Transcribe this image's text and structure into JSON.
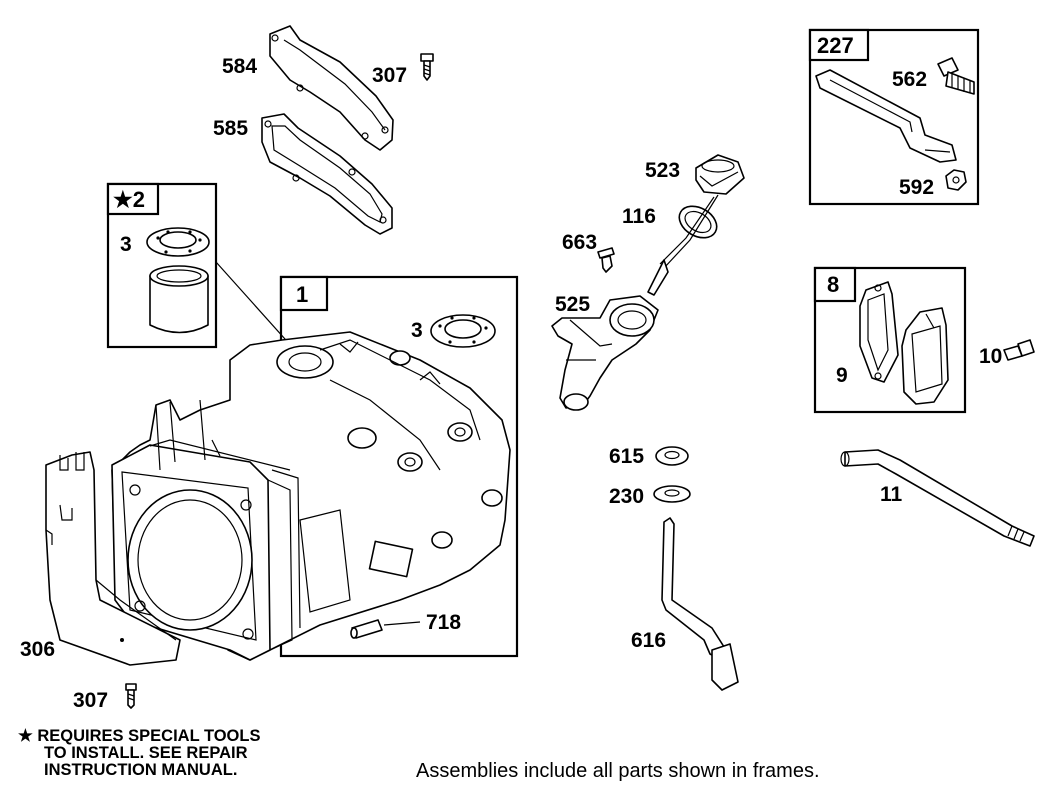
{
  "frames": {
    "star2": {
      "tag": "★2"
    },
    "block": {
      "tag": "1"
    },
    "oil_fill": {
      "tag": "227"
    },
    "cover": {
      "tag": "8"
    }
  },
  "labels": {
    "p584": "584",
    "p307_top": "307",
    "p585": "585",
    "p3_seal": "3",
    "p3_block": "3",
    "p523": "523",
    "p116": "116",
    "p663": "663",
    "p525": "525",
    "p562": "562",
    "p592": "592",
    "p9": "9",
    "p10": "10",
    "p615": "615",
    "p230": "230",
    "p11": "11",
    "p718": "718",
    "p616": "616",
    "p306": "306",
    "p307_bottom": "307"
  },
  "note": {
    "line1": "★ REQUIRES SPECIAL TOOLS",
    "line2": "TO INSTALL.  SEE REPAIR",
    "line3": "INSTRUCTION MANUAL."
  },
  "caption": "Assemblies include all parts shown in frames."
}
